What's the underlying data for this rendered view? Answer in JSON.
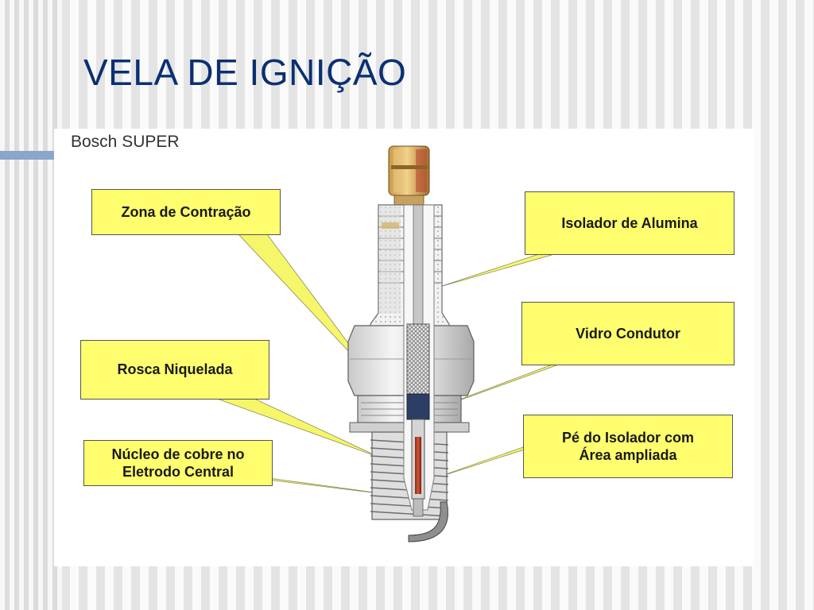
{
  "slide": {
    "title": "VELA DE IGNIÇÃO"
  },
  "figure": {
    "subtitle": "Bosch SUPER",
    "callouts": {
      "zona_contracao": "Zona de Contração",
      "rosca_niquelada": "Rosca Niquelada",
      "nucleo_cobre": "Núcleo de cobre no\nEletrodo Central",
      "isolador_alumina": "Isolador de Alumina",
      "vidro_condutor": "Vidro Condutor",
      "pe_isolador": "Pé do Isolador com\nÁrea ampliada"
    }
  },
  "colors": {
    "title": "#0b2f73",
    "accent_bar": "#8aa6c8",
    "callout_fill": "#fefe6e",
    "callout_pointer": "#f6f66a"
  }
}
